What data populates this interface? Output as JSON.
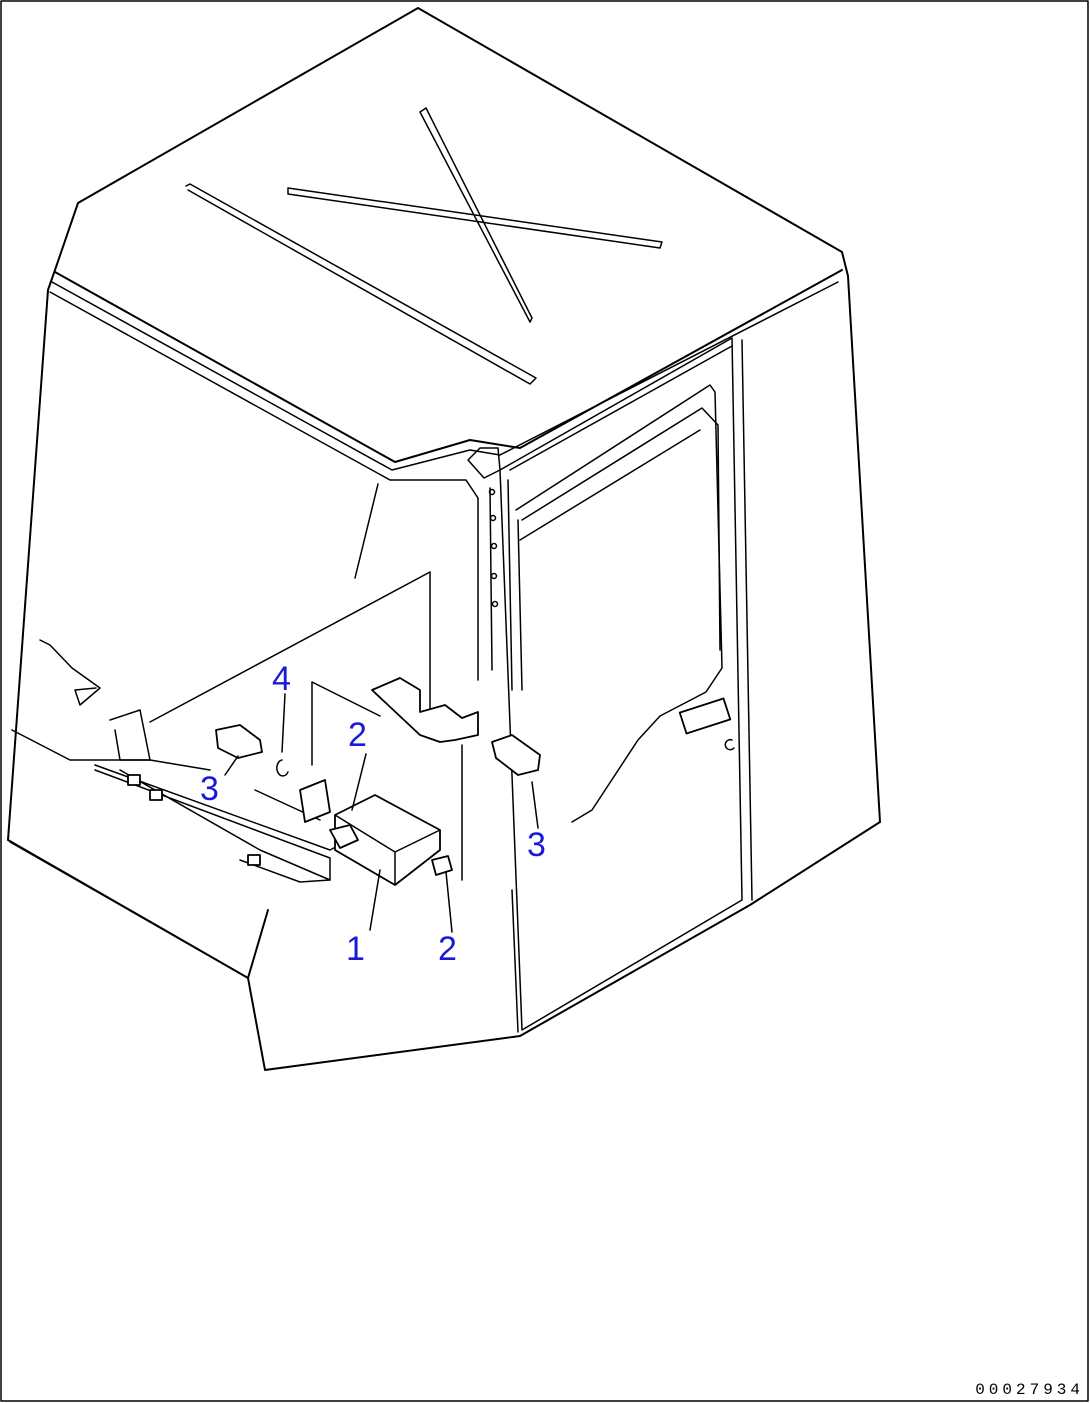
{
  "callouts": [
    {
      "id": "c1",
      "label": "1"
    },
    {
      "id": "c2a",
      "label": "2"
    },
    {
      "id": "c2b",
      "label": "2"
    },
    {
      "id": "c3a",
      "label": "3"
    },
    {
      "id": "c3b",
      "label": "3"
    },
    {
      "id": "c4",
      "label": "4"
    }
  ],
  "drawing_number": "00027934",
  "colors": {
    "callout": "#1a1ad6",
    "line": "#000000",
    "background": "#ffffff"
  }
}
